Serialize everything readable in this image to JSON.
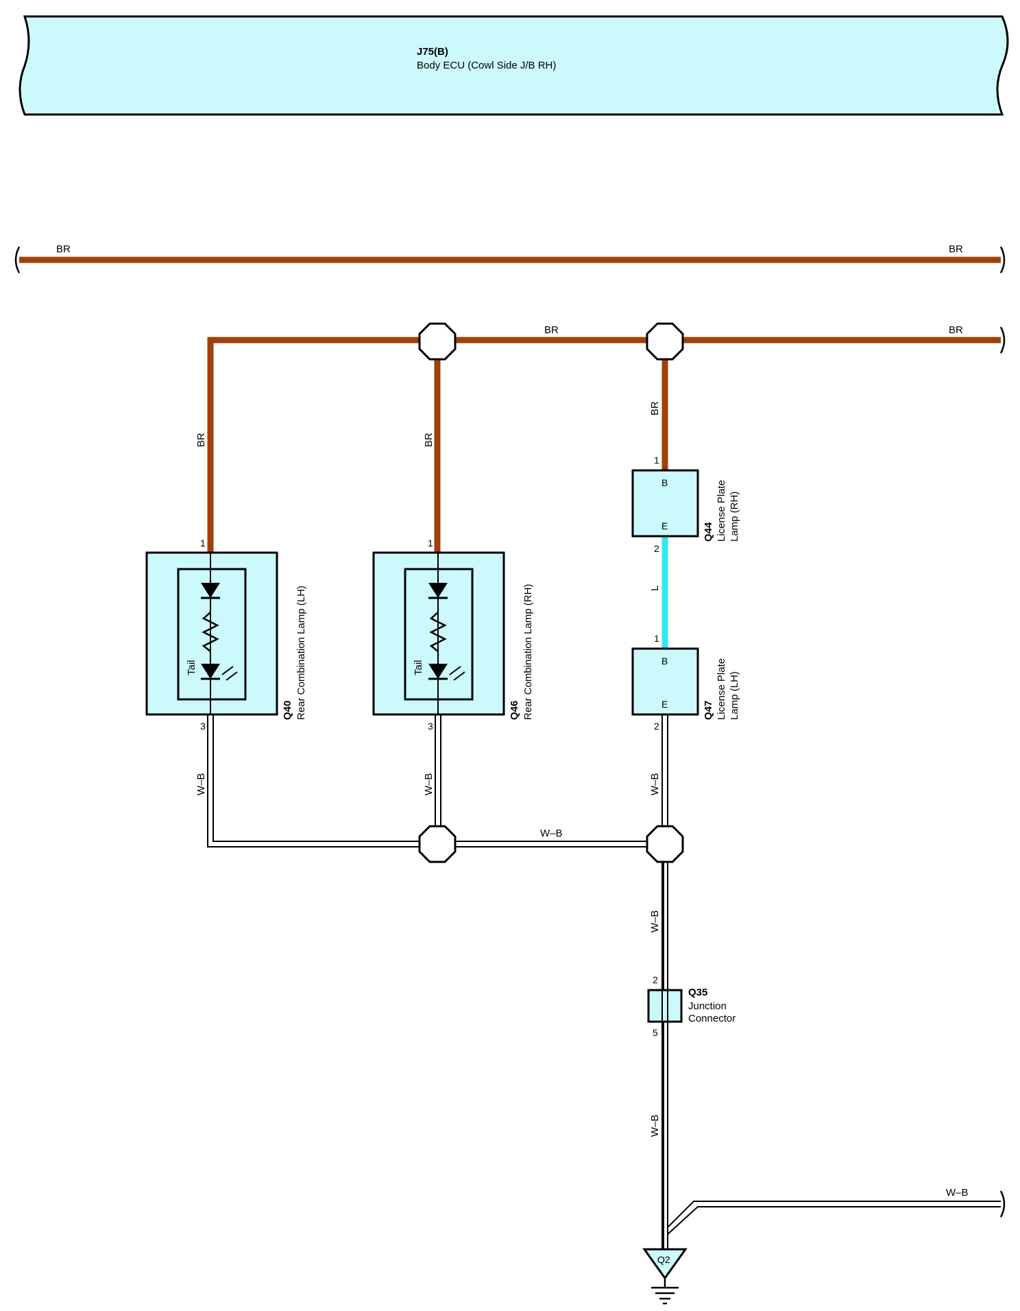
{
  "ecu": {
    "code": "J75(B)",
    "name": "Body ECU (Cowl Side J/B RH)"
  },
  "wire_colors": {
    "BR": "#a0400c",
    "L": "#33e8ee",
    "W-B": "#000000",
    "box_fill": "#ccf9fb"
  },
  "wires": {
    "br": "BR",
    "wb": "W–B",
    "l": "L"
  },
  "components": {
    "q40": {
      "code": "Q40",
      "name": "Rear Combination Lamp (LH)",
      "inner_label": "Tail",
      "pin_top": "1",
      "pin_bottom": "3"
    },
    "q46": {
      "code": "Q46",
      "name": "Rear Combination Lamp (RH)",
      "inner_label": "Tail",
      "pin_top": "1",
      "pin_bottom": "3"
    },
    "q44": {
      "code": "Q44",
      "name_line1": "License Plate",
      "name_line2": "Lamp (RH)",
      "term_top": "B",
      "term_bottom": "E",
      "pin_top": "1",
      "pin_bottom": "2"
    },
    "q47": {
      "code": "Q47",
      "name_line1": "License Plate",
      "name_line2": "Lamp (LH)",
      "term_top": "B",
      "term_bottom": "E",
      "pin_top": "1",
      "pin_bottom": "2"
    },
    "q35": {
      "code": "Q35",
      "name_line1": "Junction",
      "name_line2": "Connector",
      "pin_top": "2",
      "pin_bottom": "5"
    },
    "q2": {
      "code": "Q2"
    }
  }
}
